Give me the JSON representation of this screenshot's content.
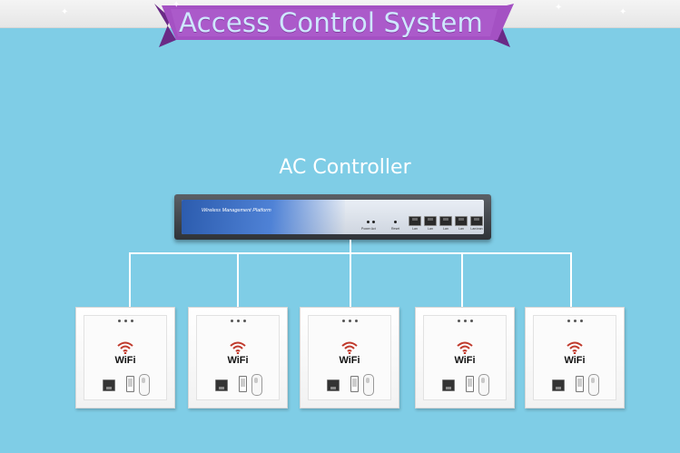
{
  "banner": {
    "title": "Access Control System",
    "fill": "#a451c3",
    "text_color": "#cfe7ff"
  },
  "controller": {
    "label": "AC Controller",
    "panel_text": "Wireless Management Platform",
    "led_label_1": "Power Act",
    "led_label_2": "Reset",
    "port_labels": [
      "Lan",
      "Lan",
      "Lan",
      "Lan",
      "Lan/wan"
    ]
  },
  "access_points": [
    {
      "label": "WiFi"
    },
    {
      "label": "WiFi"
    },
    {
      "label": "WiFi"
    },
    {
      "label": "WiFi"
    },
    {
      "label": "WiFi"
    }
  ],
  "colors": {
    "background": "#7fcde6",
    "lines": "#ffffff",
    "device_body": "#ffffff"
  }
}
